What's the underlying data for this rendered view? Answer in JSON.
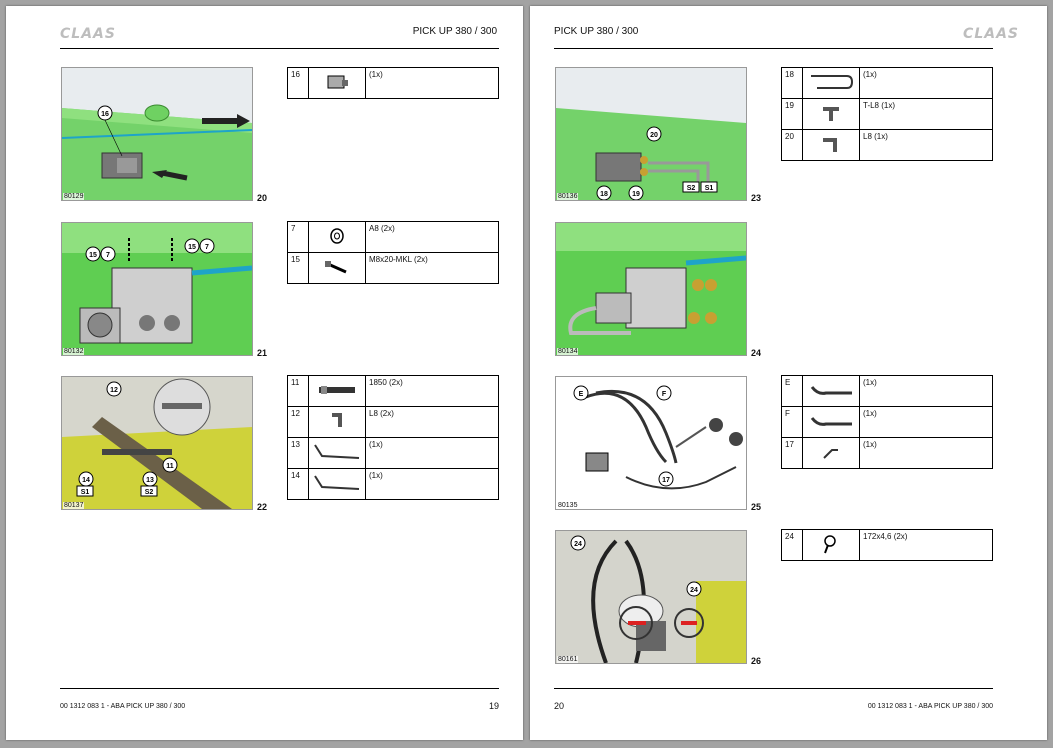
{
  "brand": "CLAAS",
  "header_title": "PICK UP 380 / 300",
  "footer_doc": "00 1312 083 1 - ABA PICK UP 380 / 300",
  "left_page": {
    "page_number": "19",
    "figures": [
      {
        "id": "80129",
        "number": "20",
        "callouts": [
          "16"
        ]
      },
      {
        "id": "80132",
        "number": "21",
        "callouts": [
          "15",
          "7",
          "15",
          "7"
        ]
      },
      {
        "id": "80137",
        "number": "22",
        "callouts": [
          "12",
          "11",
          "14",
          "13",
          "S1",
          "S2"
        ]
      }
    ],
    "tables": [
      [
        {
          "item": "16",
          "desc": "(1x)",
          "icon": "valve-block-icon"
        }
      ],
      [
        {
          "item": "7",
          "desc": "A8 (2x)",
          "icon": "washer-icon"
        },
        {
          "item": "15",
          "desc": "M8x20-MKL (2x)",
          "icon": "bolt-icon"
        }
      ],
      [
        {
          "item": "11",
          "desc": "1850 (2x)",
          "icon": "hose-icon"
        },
        {
          "item": "12",
          "desc": "L8 (2x)",
          "icon": "elbow-fitting-icon"
        },
        {
          "item": "13",
          "desc": "(1x)",
          "icon": "bent-pipe-icon"
        },
        {
          "item": "14",
          "desc": "(1x)",
          "icon": "bent-pipe-icon"
        }
      ]
    ]
  },
  "right_page": {
    "page_number": "20",
    "figures": [
      {
        "id": "80136",
        "number": "23",
        "callouts": [
          "20",
          "18",
          "19",
          "S2",
          "S1"
        ]
      },
      {
        "id": "80134",
        "number": "24",
        "callouts": []
      },
      {
        "id": "80135",
        "number": "25",
        "callouts": [
          "E",
          "F",
          "17"
        ]
      },
      {
        "id": "80161",
        "number": "26",
        "callouts": [
          "24",
          "24"
        ]
      }
    ],
    "tables": [
      [
        {
          "item": "18",
          "desc": "(1x)",
          "icon": "u-pipe-icon"
        },
        {
          "item": "19",
          "desc": "T-L8 (1x)",
          "icon": "tee-fitting-icon"
        },
        {
          "item": "20",
          "desc": "L8 (1x)",
          "icon": "elbow-fitting-icon"
        }
      ],
      [
        {
          "item": "E",
          "desc": "(1x)",
          "icon": "hose-end-icon"
        },
        {
          "item": "F",
          "desc": "(1x)",
          "icon": "hose-end-icon"
        },
        {
          "item": "17",
          "desc": "(1x)",
          "icon": "cable-icon"
        }
      ],
      [
        {
          "item": "24",
          "desc": "172x4,6 (2x)",
          "icon": "cable-tie-icon"
        }
      ]
    ]
  }
}
